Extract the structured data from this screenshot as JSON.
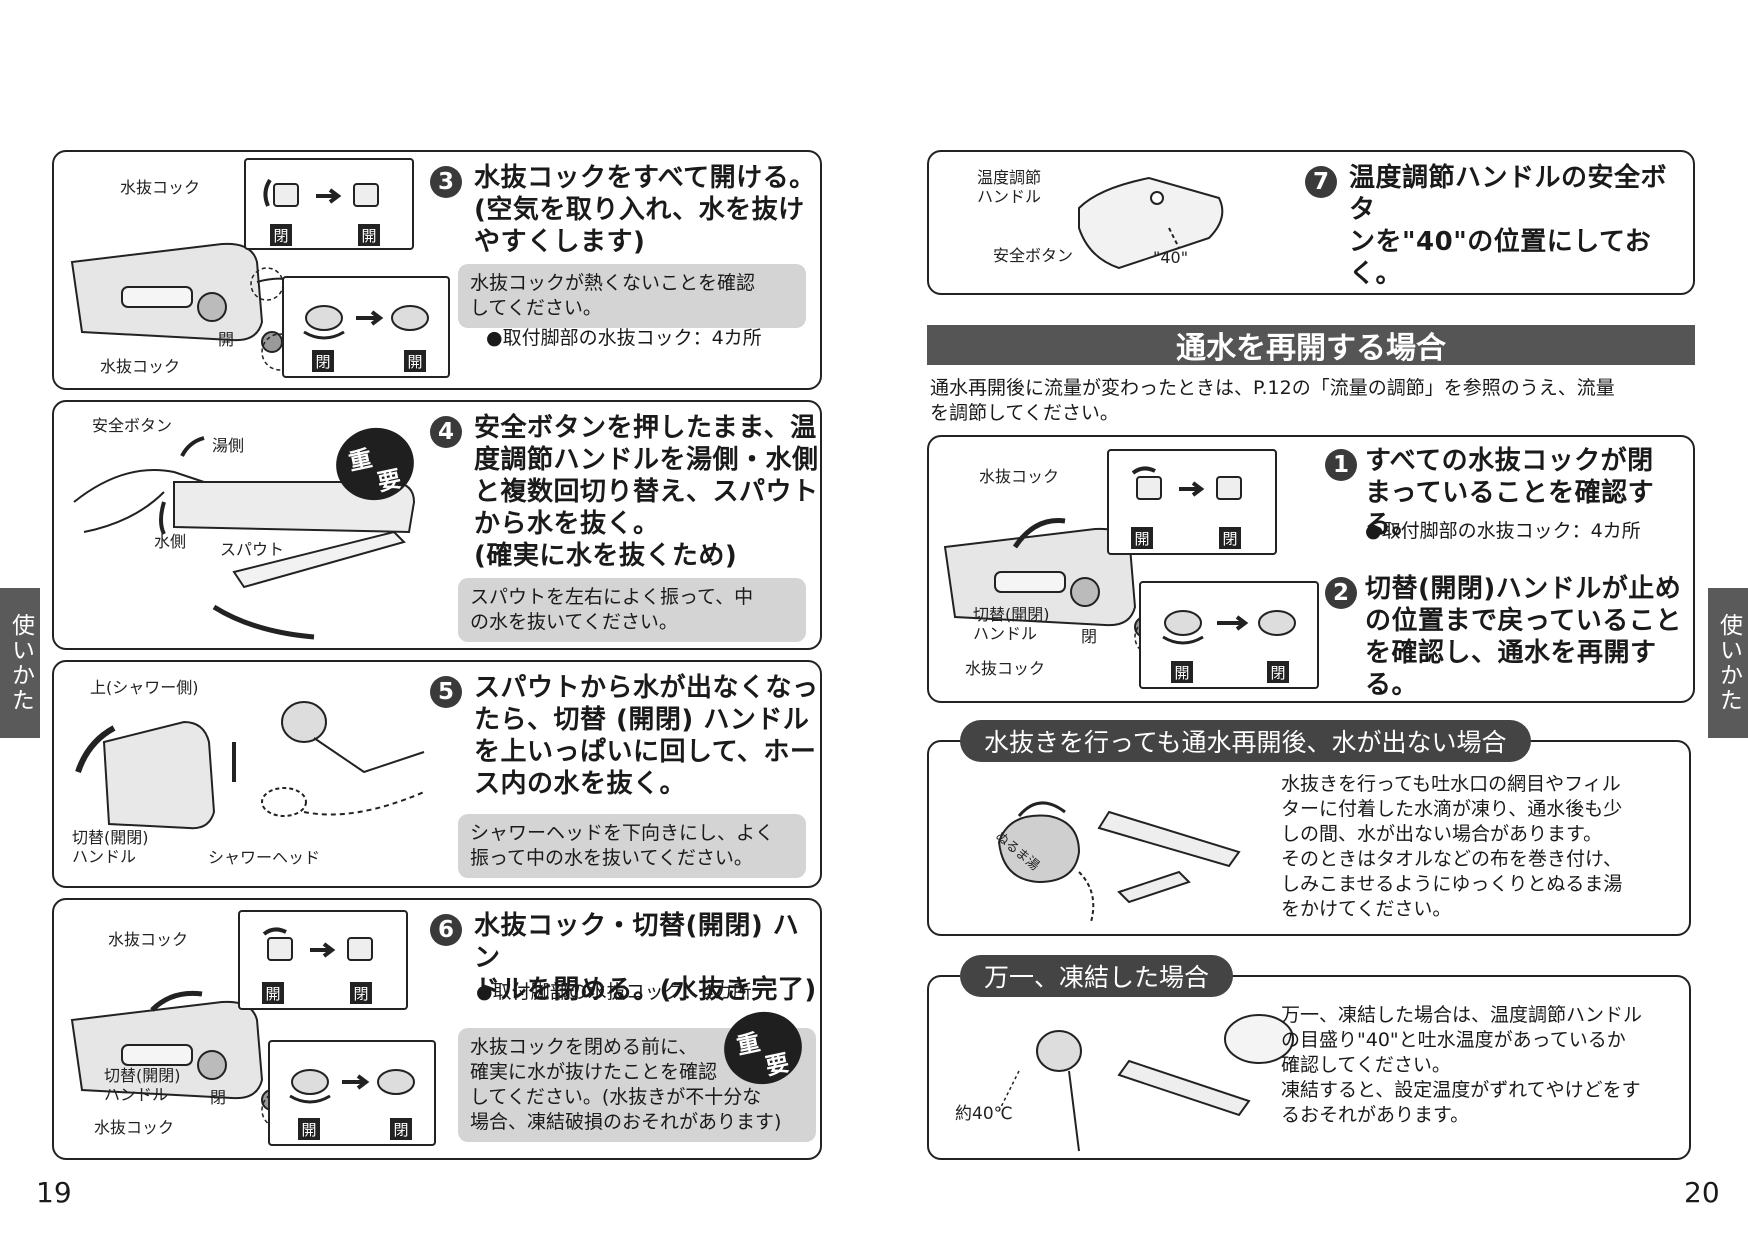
{
  "side_tab": "使いかた",
  "page_left": "19",
  "page_right": "20",
  "juyo_top": "重",
  "juyo_bottom": "要",
  "valve": {
    "open": "開",
    "close": "閉"
  },
  "step3": {
    "num": "3",
    "text": "水抜コックをすべて開ける。\n(空気を取り入れ、水を抜け\n やすくします)",
    "note": "水抜コックが熱くないことを確認\nしてください。",
    "bullet": "●取付脚部の水抜コック：4カ所",
    "label_cock_top": "水抜コック",
    "label_cock_bottom": "水抜コック"
  },
  "step4": {
    "num": "4",
    "text": "安全ボタンを押したまま、温\n度調節ハンドルを湯側・水側\nと複数回切り替え、スパウト\nから水を抜く。\n(確実に水を抜くため)",
    "note": "スパウトを左右によく振って、中\nの水を抜いてください。",
    "label_button": "安全ボタン",
    "label_hot": "湯側",
    "label_cold": "水側",
    "label_spout": "スパウト"
  },
  "step5": {
    "num": "5",
    "text": "スパウトから水が出なくなっ\nたら、切替 (開閉) ハンドル\nを上いっぱいに回して、ホー\nス内の水を抜く。",
    "note": "シャワーヘッドを下向きにし、よく\n振って中の水を抜いてください。",
    "label_up": "上(シャワー側)",
    "label_handle": "切替(開閉)\nハンドル",
    "label_head": "シャワーヘッド"
  },
  "step6": {
    "num": "6",
    "text": "水抜コック・切替(開閉) ハン\nドルを閉める。(水抜き完了)",
    "bullet": "●取付脚部の水抜コック：4カ所",
    "note": "水抜コックを閉める前に、\n確実に水が抜けたことを確認\nしてください。(水抜きが不十分な\n場合、凍結破損のおそれがあります)",
    "label_cock_top": "水抜コック",
    "label_handle": "切替(開閉)\nハンドル",
    "label_cock_bottom": "水抜コック"
  },
  "step7": {
    "num": "7",
    "text": "温度調節ハンドルの安全ボタ\nンを\"40\"の位置にしておく。",
    "label_handle": "温度調節\nハンドル",
    "label_button": "安全ボタン",
    "label_40": "\"40\""
  },
  "resume": {
    "header": "通水を再開する場合",
    "intro": "通水再開後に流量が変わったときは、P.12の「流量の調節」を参照のうえ、流量\nを調節してください。",
    "s1_num": "1",
    "s1_text": "すべての水抜コックが閉\nまっていることを確認する。",
    "s1_bullet": "●取付脚部の水抜コック：4カ所",
    "s2_num": "2",
    "s2_text": "切替(開閉)ハンドルが止め\nの位置まで戻っていること\nを確認し、通水を再開する。",
    "label_cock_top": "水抜コック",
    "label_handle": "切替(開閉)\nハンドル",
    "label_cock_bottom": "水抜コック"
  },
  "nowater": {
    "title": "水抜きを行っても通水再開後、水が出ない場合",
    "text": "水抜きを行っても吐水口の網目やフィル\nターに付着した水滴が凍り、通水後も少\nしの間、水が出ない場合があります。\nそのときはタオルなどの布を巻き付け、\nしみこませるようにゆっくりとぬるま湯\nをかけてください。",
    "kettle_label": "ぬるま湯"
  },
  "frozen": {
    "title": "万一、凍結した場合",
    "text": "万一、凍結した場合は、温度調節ハンドル\nの目盛り\"40\"と吐水温度があっているか\n確認してください。\n凍結すると、設定温度がずれてやけどをす\nるおそれがあります。",
    "temp_label": "約40℃"
  }
}
